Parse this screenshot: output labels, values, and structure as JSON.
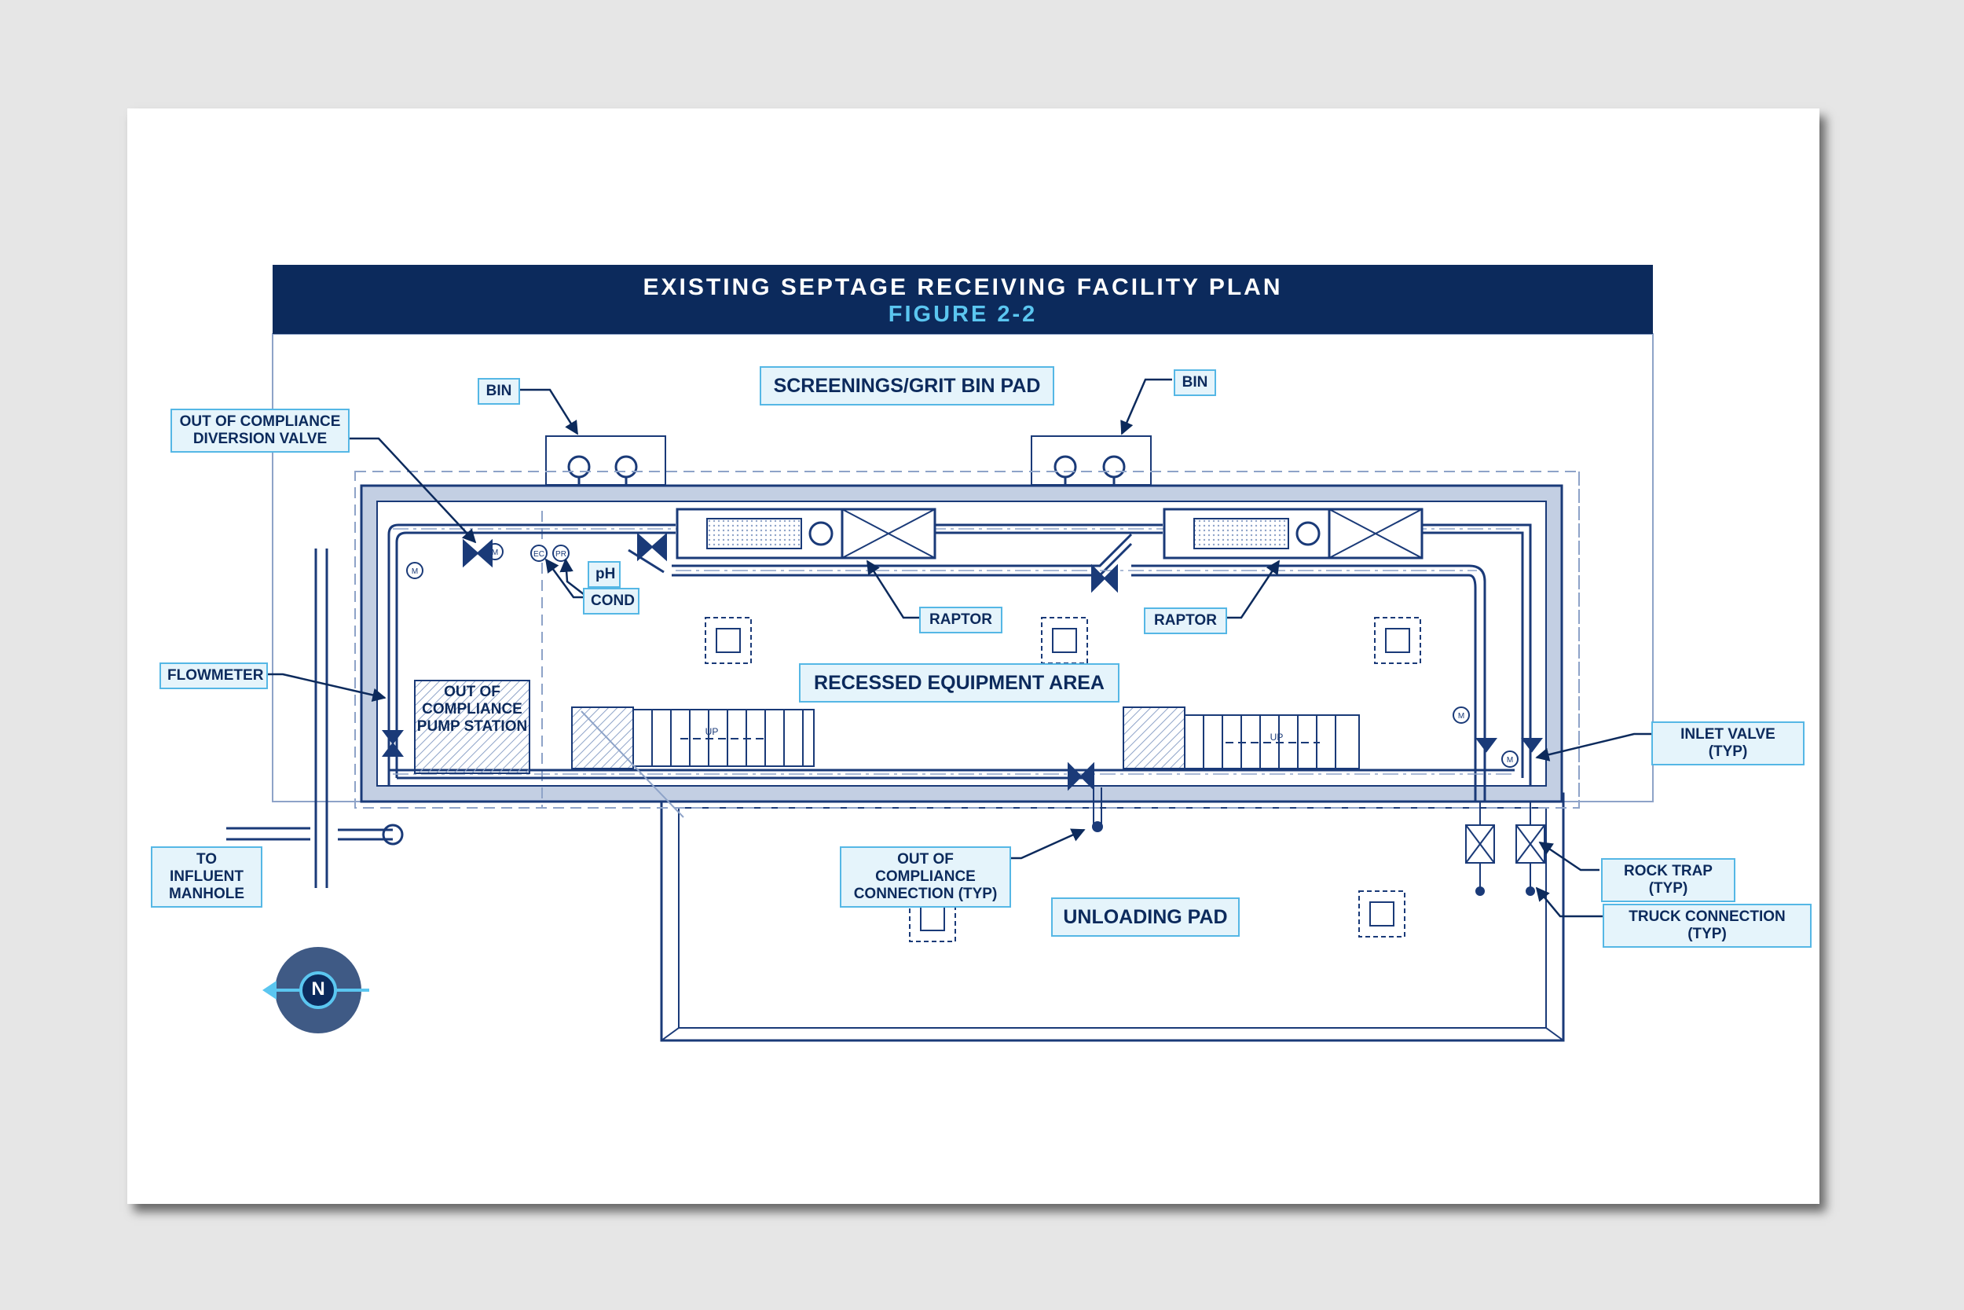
{
  "figure": {
    "title": "EXISTING SEPTAGE RECEIVING FACILITY PLAN",
    "number": "FIGURE 2-2"
  },
  "areas": {
    "screenings_pad": "SCREENINGS/GRIT BIN PAD",
    "recessed_area": "RECESSED EQUIPMENT AREA",
    "unloading_pad": "UNLOADING PAD",
    "pump_station": "OUT OF\nCOMPLIANCE\nPUMP STATION"
  },
  "callouts": {
    "bin_left": "BIN",
    "bin_right": "BIN",
    "diversion_valve": "OUT OF COMPLIANCE\nDIVERSION VALVE",
    "flowmeter": "FLOWMETER",
    "to_influent": "TO INFLUENT\nMANHOLE",
    "ph": "pH",
    "cond": "COND",
    "raptor_left": "RAPTOR",
    "raptor_right": "RAPTOR",
    "oc_connection": "OUT OF COMPLIANCE\nCONNECTION (TYP)",
    "inlet_valve": "INLET VALVE (TYP)",
    "rock_trap": "ROCK TRAP (TYP)",
    "truck_connection": "TRUCK CONNECTION (TYP)"
  },
  "small_labels": {
    "up": "UP",
    "ec": "EC",
    "pr": "PR",
    "motor": "M"
  },
  "compass": {
    "letter": "N"
  },
  "colors": {
    "banner": "#0c2a5c",
    "banner_accent": "#5bc6f0",
    "callout_fill": "#e5f4fb",
    "callout_border": "#55b7e5",
    "linework": "#1a3a78",
    "linework_light": "#8ea3c8",
    "building_fill": "#c3cfe3",
    "compass_outer": "#3f5a85",
    "compass_inner": "#0c2a5c",
    "compass_arrow": "#5bc6f0"
  }
}
